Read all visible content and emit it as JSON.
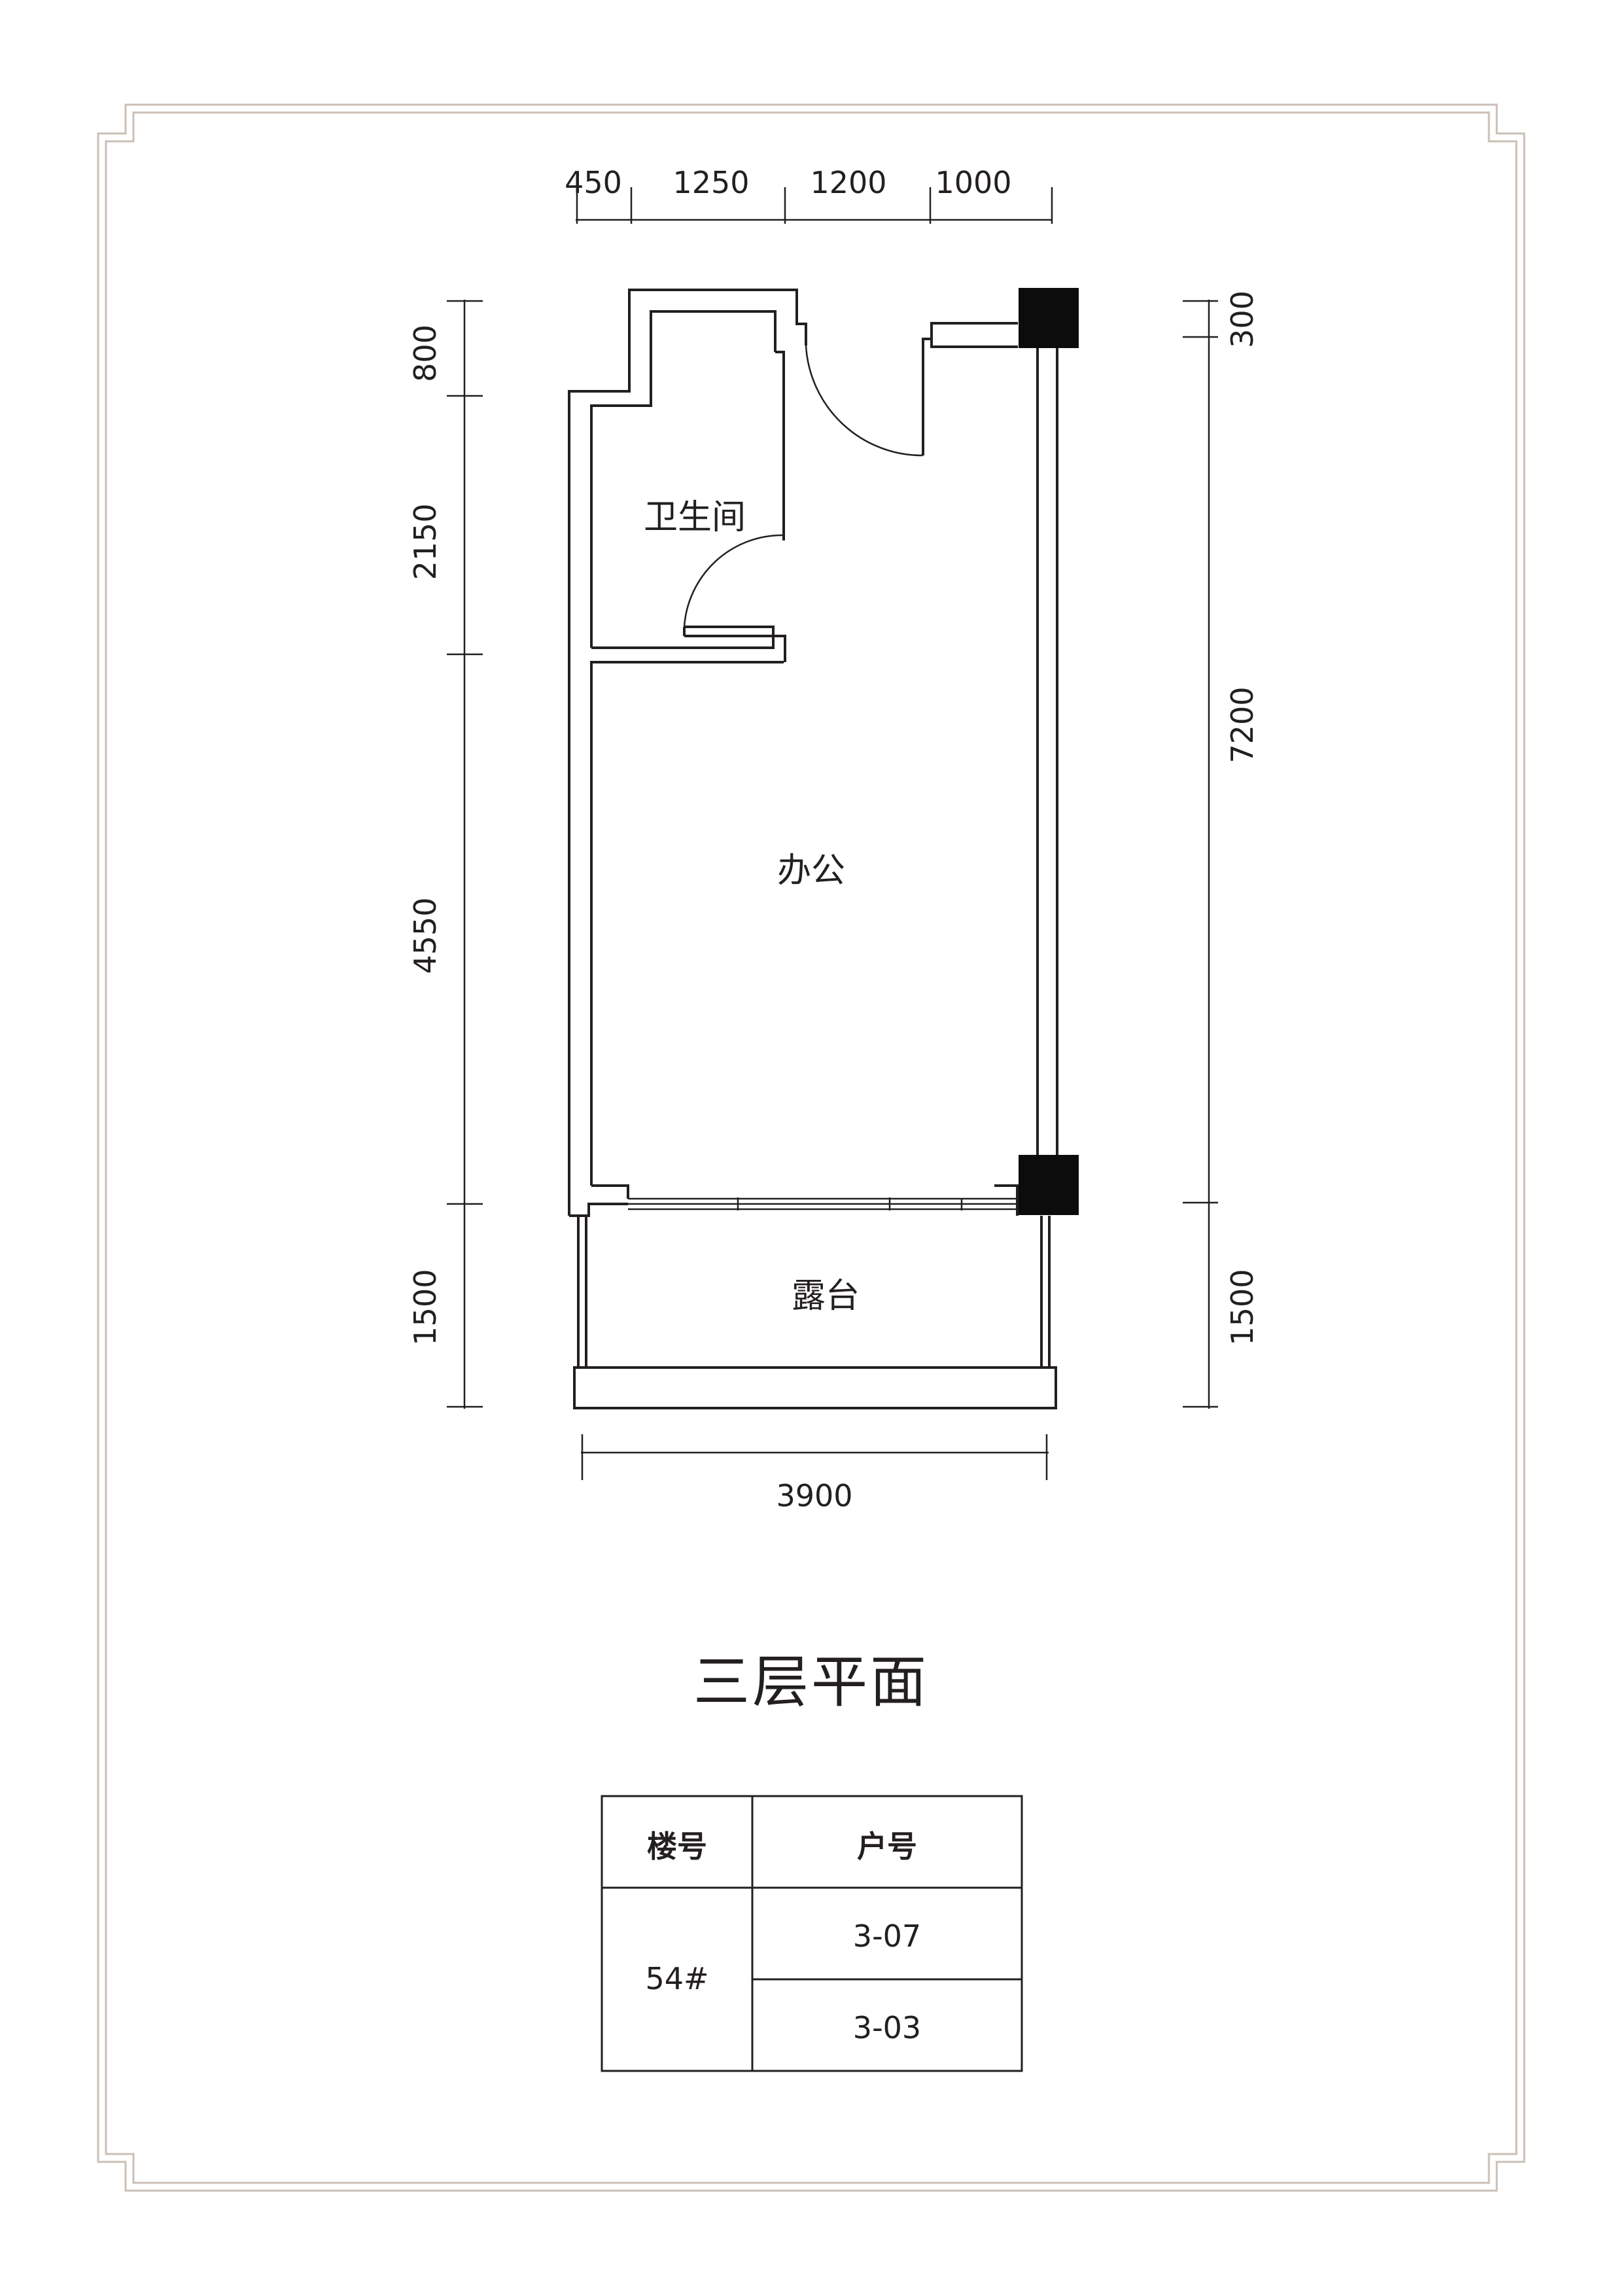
{
  "plan": {
    "top_dims": [
      "450",
      "1250",
      "1200",
      "1000"
    ],
    "left_dims": [
      "800",
      "2150",
      "4550",
      "1500"
    ],
    "right_dims": [
      "300",
      "7200",
      "1500"
    ],
    "bottom_dim": "3900",
    "rooms": {
      "bathroom": "卫生间",
      "office": "办公",
      "terrace": "露台"
    },
    "title": "三层平面"
  },
  "table": {
    "headers": [
      "楼号",
      "户号"
    ],
    "building": "54#",
    "units": [
      "3-07",
      "3-03"
    ]
  }
}
